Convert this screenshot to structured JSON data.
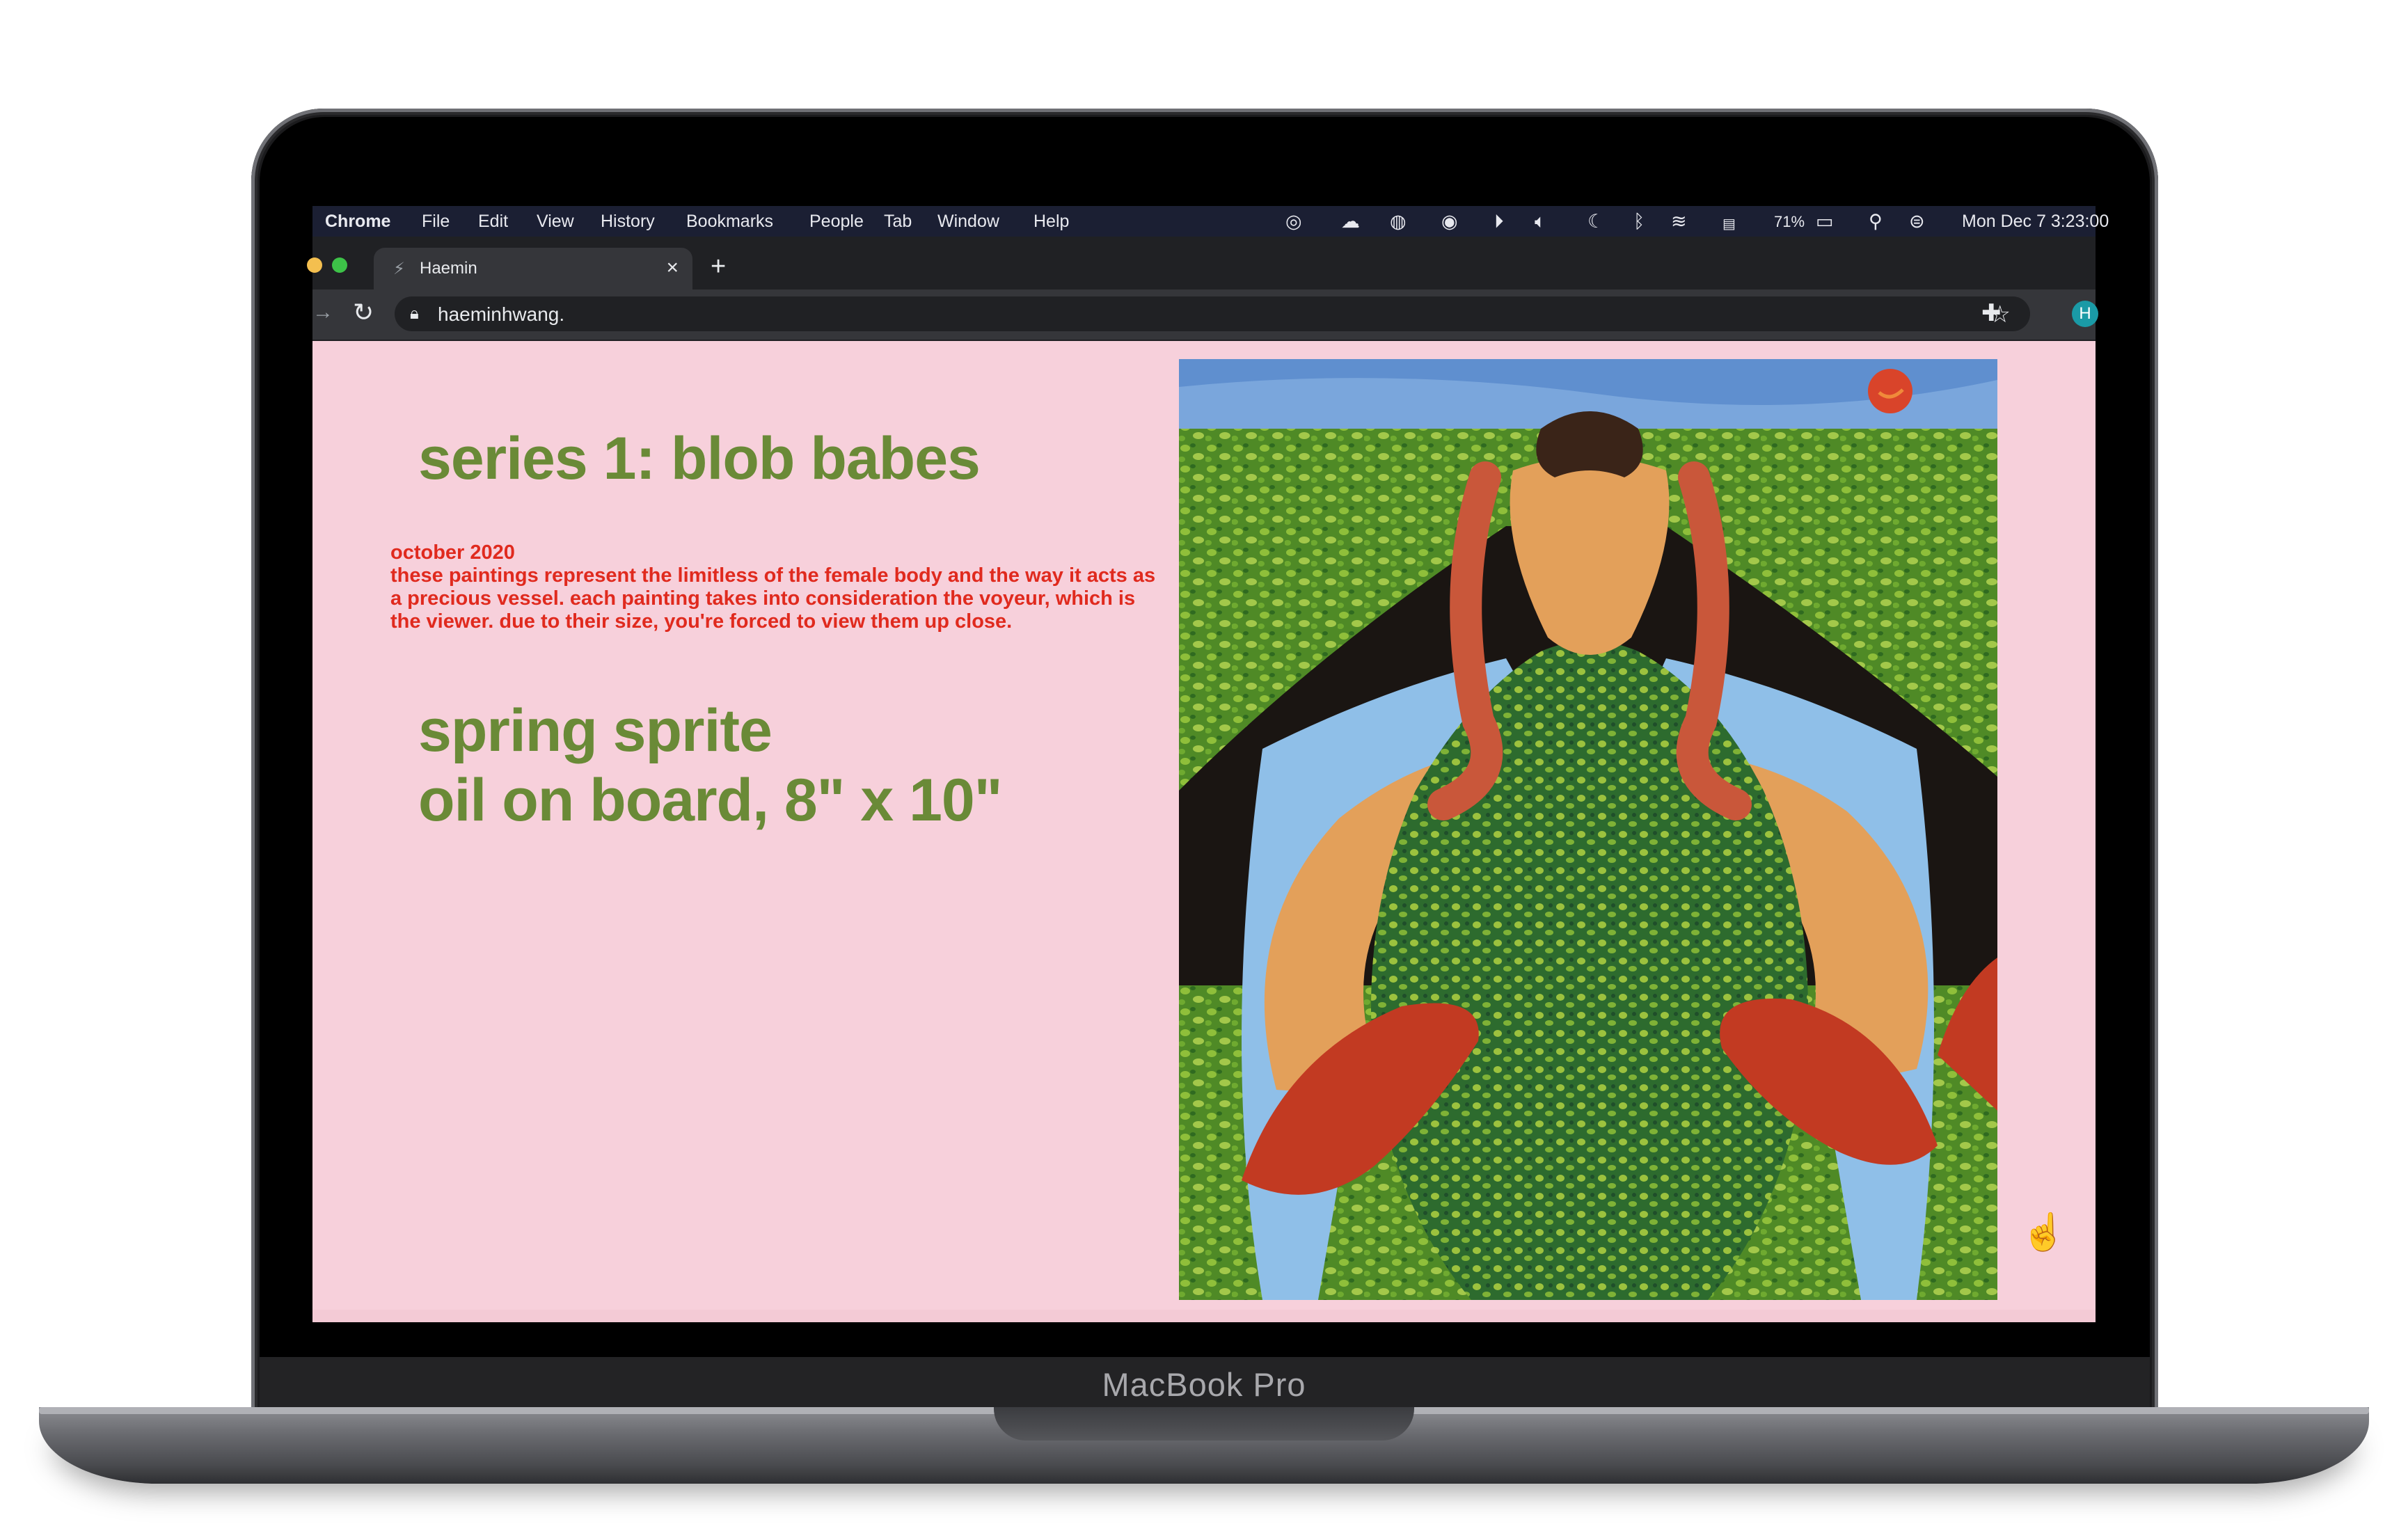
{
  "device": {
    "brand_label": "MacBook Pro"
  },
  "menubar": {
    "app": "Chrome",
    "items": [
      "File",
      "Edit",
      "View",
      "History",
      "Bookmarks",
      "People",
      "Tab",
      "Window",
      "Help"
    ],
    "battery": "71%",
    "clock": "Mon Dec 7  3:23:00",
    "status_icons": [
      "creative-cloud-icon",
      "cloud-icon",
      "globe-icon",
      "sync-icon",
      "play-icon",
      "volume-icon",
      "moon-icon",
      "bluetooth-icon",
      "wifi-icon",
      "flag-icon",
      "battery-icon",
      "search-icon",
      "control-center-icon"
    ]
  },
  "browser": {
    "tab_title": "Haemin",
    "new_tab": "+",
    "close": "×",
    "url": "haeminhwang.",
    "profile_initial": "H"
  },
  "page": {
    "heading": "series 1: blob babes",
    "date": "october 2020",
    "description": "these paintings represent the limitless of the female body and the way it acts as a precious vessel. each painting takes into consideration the voyeur, which is the viewer. due to their size, you're forced to view them up close.",
    "artwork_title": "spring sprite",
    "artwork_medium": "oil on board, 8\" x 10\"",
    "pointer_glyph": "☝",
    "painting_colors": {
      "sky": "#5f8fcf",
      "grass": "#5f9a2c",
      "skin": "#e3a05a",
      "red": "#c23a22",
      "blue": "#8fbfe8",
      "dark": "#1a1512",
      "sun": "#d9442a"
    }
  }
}
